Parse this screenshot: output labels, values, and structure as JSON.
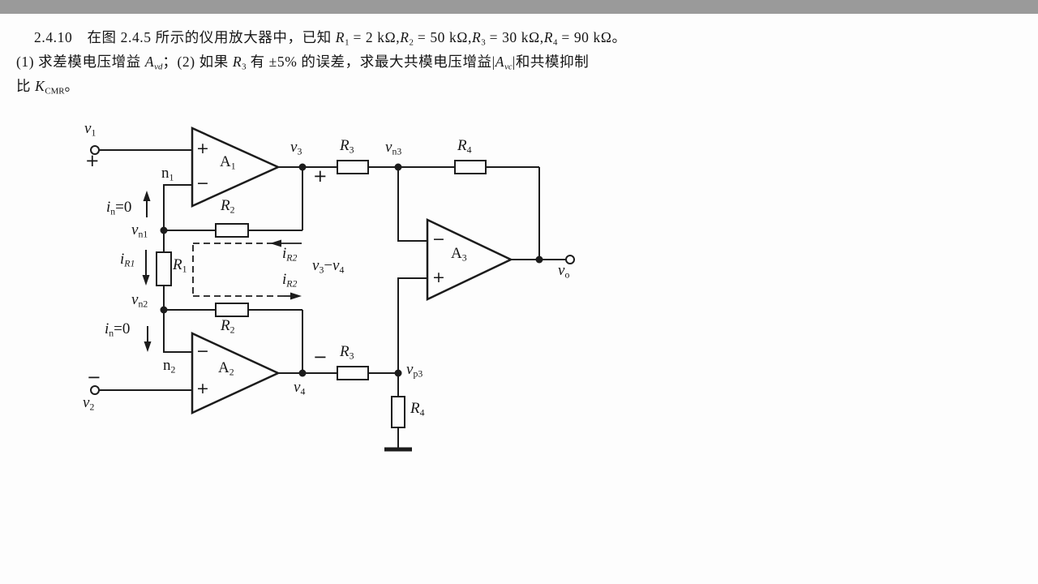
{
  "page": {
    "topbar_color": "#9a9a9a",
    "paper_color": "#fdfdfd",
    "ink_color": "#1c1c1c"
  },
  "problem": {
    "lines": [
      {
        "segments": [
          {
            "t": "2.4.10　在图 2.4.5 所示的仪用放大器中，已知 "
          },
          {
            "t": "R",
            "c": "it"
          },
          {
            "t": "1",
            "c": "sub"
          },
          {
            "t": " = 2 kΩ,"
          },
          {
            "t": "R",
            "c": "it"
          },
          {
            "t": "2",
            "c": "sub"
          },
          {
            "t": " = 50 kΩ,"
          },
          {
            "t": "R",
            "c": "it"
          },
          {
            "t": "3",
            "c": "sub"
          },
          {
            "t": " = 30 kΩ,"
          },
          {
            "t": "R",
            "c": "it"
          },
          {
            "t": "4",
            "c": "sub"
          },
          {
            "t": " = 90 kΩ。"
          }
        ]
      },
      {
        "segments": [
          {
            "t": "(1) 求差模电压增益 "
          },
          {
            "t": "A",
            "c": "it"
          },
          {
            "t": "vd",
            "c": "subit"
          },
          {
            "t": "；(2) 如果 "
          },
          {
            "t": "R",
            "c": "it"
          },
          {
            "t": "3",
            "c": "sub"
          },
          {
            "t": " 有 ±5% 的误差，求最大共模电压增益"
          },
          {
            "t": "|"
          },
          {
            "t": "A",
            "c": "it"
          },
          {
            "t": "vc",
            "c": "subit"
          },
          {
            "t": "|"
          },
          {
            "t": "和共模抑制"
          }
        ]
      },
      {
        "segments": [
          {
            "t": "比 "
          },
          {
            "t": "K",
            "c": "it"
          },
          {
            "t": "CMR",
            "c": "sub"
          },
          {
            "t": "。"
          }
        ]
      }
    ]
  },
  "circuit": {
    "signs": {
      "plus": "+",
      "minus": "−"
    },
    "labels": {
      "v1": [
        {
          "t": "v",
          "c": "it"
        },
        {
          "t": "1",
          "c": "sub"
        }
      ],
      "v2": [
        {
          "t": "v",
          "c": "it"
        },
        {
          "t": "2",
          "c": "sub"
        }
      ],
      "v3": [
        {
          "t": "v",
          "c": "it"
        },
        {
          "t": "3",
          "c": "sub"
        }
      ],
      "v4": [
        {
          "t": "v",
          "c": "it"
        },
        {
          "t": "4",
          "c": "sub"
        }
      ],
      "vo": [
        {
          "t": "v",
          "c": "it"
        },
        {
          "t": "o",
          "c": "sub"
        }
      ],
      "vn1": [
        {
          "t": "v",
          "c": "it"
        },
        {
          "t": "n1",
          "c": "sub"
        }
      ],
      "vn2": [
        {
          "t": "v",
          "c": "it"
        },
        {
          "t": "n2",
          "c": "sub"
        }
      ],
      "vn3": [
        {
          "t": "v",
          "c": "it"
        },
        {
          "t": "n3",
          "c": "sub"
        }
      ],
      "vp3": [
        {
          "t": "v",
          "c": "it"
        },
        {
          "t": "p3",
          "c": "sub"
        }
      ],
      "n1": [
        {
          "t": "n"
        },
        {
          "t": "1",
          "c": "sub"
        }
      ],
      "n2": [
        {
          "t": "n"
        },
        {
          "t": "2",
          "c": "sub"
        }
      ],
      "A1": [
        {
          "t": "A"
        },
        {
          "t": "1",
          "c": "sub"
        }
      ],
      "A2": [
        {
          "t": "A"
        },
        {
          "t": "2",
          "c": "sub"
        }
      ],
      "A3": [
        {
          "t": "A"
        },
        {
          "t": "3",
          "c": "sub"
        }
      ],
      "R1": [
        {
          "t": "R",
          "c": "it"
        },
        {
          "t": "1",
          "c": "sub"
        }
      ],
      "R2_top": [
        {
          "t": "R",
          "c": "it"
        },
        {
          "t": "2",
          "c": "sub"
        }
      ],
      "R2_bot": [
        {
          "t": "R",
          "c": "it"
        },
        {
          "t": "2",
          "c": "sub"
        }
      ],
      "R3_top": [
        {
          "t": "R",
          "c": "it"
        },
        {
          "t": "3",
          "c": "sub"
        }
      ],
      "R3_bot": [
        {
          "t": "R",
          "c": "it"
        },
        {
          "t": "3",
          "c": "sub"
        }
      ],
      "R4_top": [
        {
          "t": "R",
          "c": "it"
        },
        {
          "t": "4",
          "c": "sub"
        }
      ],
      "R4_bot": [
        {
          "t": "R",
          "c": "it"
        },
        {
          "t": "4",
          "c": "sub"
        }
      ],
      "in_zero_top": [
        {
          "t": "i",
          "c": "it"
        },
        {
          "t": "n",
          "c": "sub"
        },
        {
          "t": "=0"
        }
      ],
      "in_zero_bot": [
        {
          "t": "i",
          "c": "it"
        },
        {
          "t": "n",
          "c": "sub"
        },
        {
          "t": "=0"
        }
      ],
      "iR1": [
        {
          "t": "i",
          "c": "it"
        },
        {
          "t": "R1",
          "c": "subit"
        }
      ],
      "iR2_top": [
        {
          "t": "i",
          "c": "it"
        },
        {
          "t": "R2",
          "c": "subit"
        }
      ],
      "iR2_bot": [
        {
          "t": "i",
          "c": "it"
        },
        {
          "t": "R2",
          "c": "subit"
        }
      ],
      "v3_minus_v4": [
        {
          "t": "v",
          "c": "it"
        },
        {
          "t": "3",
          "c": "sub"
        },
        {
          "t": "−"
        },
        {
          "t": "v",
          "c": "it"
        },
        {
          "t": "4",
          "c": "sub"
        }
      ]
    }
  }
}
